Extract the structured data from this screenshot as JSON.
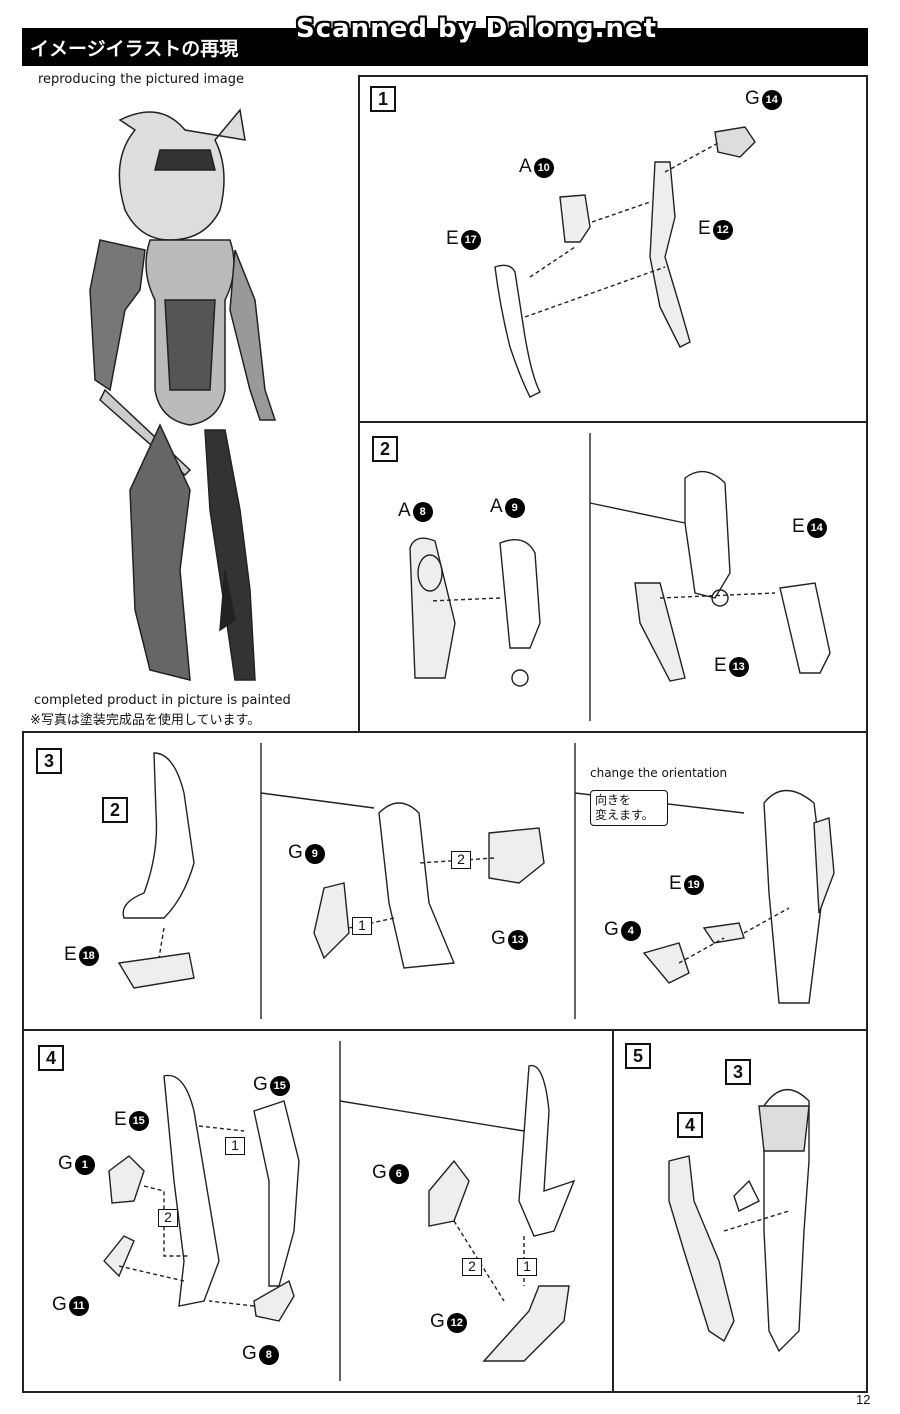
{
  "header": {
    "title": "イメージイラストの再現",
    "watermark": "Scanned by Dalong.net"
  },
  "intro": {
    "caption_en": "reproducing the pictured image",
    "note_en": "completed product in picture is painted",
    "note_jp": "※写真は塗装完成品を使用しています。"
  },
  "steps": {
    "s1": {
      "number": "1",
      "parts": [
        {
          "runner": "G",
          "num": "14"
        },
        {
          "runner": "A",
          "num": "10"
        },
        {
          "runner": "E",
          "num": "17"
        },
        {
          "runner": "E",
          "num": "12"
        }
      ]
    },
    "s2": {
      "number": "2",
      "parts": [
        {
          "runner": "A",
          "num": "8"
        },
        {
          "runner": "A",
          "num": "9"
        },
        {
          "runner": "E",
          "num": "14"
        },
        {
          "runner": "E",
          "num": "13"
        }
      ]
    },
    "s3": {
      "number": "3",
      "ref": "2",
      "sub": [
        "1",
        "2"
      ],
      "parts": [
        {
          "runner": "E",
          "num": "18"
        },
        {
          "runner": "G",
          "num": "9"
        },
        {
          "runner": "G",
          "num": "13"
        },
        {
          "runner": "E",
          "num": "19"
        },
        {
          "runner": "G",
          "num": "4"
        }
      ],
      "orientation_en": "change the orientation",
      "orientation_jp": [
        "向きを",
        "変えます。"
      ]
    },
    "s4": {
      "number": "4",
      "sub": [
        "1",
        "2"
      ],
      "parts": [
        {
          "runner": "G",
          "num": "15"
        },
        {
          "runner": "E",
          "num": "15"
        },
        {
          "runner": "G",
          "num": "1"
        },
        {
          "runner": "G",
          "num": "11"
        },
        {
          "runner": "G",
          "num": "8"
        },
        {
          "runner": "G",
          "num": "6"
        },
        {
          "runner": "G",
          "num": "12"
        }
      ]
    },
    "s5": {
      "number": "5",
      "refs": [
        "3",
        "4"
      ]
    }
  },
  "page_number": "12"
}
